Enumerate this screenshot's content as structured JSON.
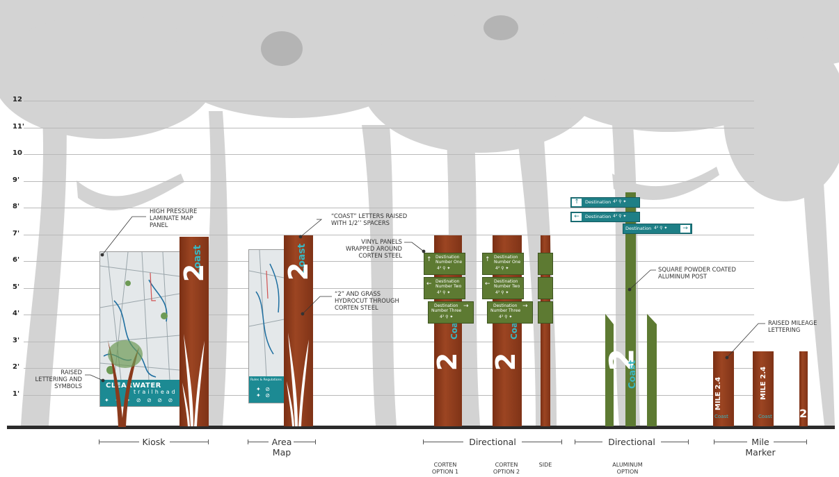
{
  "scale_labels": [
    "12",
    "11'",
    "10",
    "9'",
    "8'",
    "7'",
    "6'",
    "5'",
    "4'",
    "3'",
    "2'",
    "1'"
  ],
  "callouts": {
    "map_panel": [
      "HIGH PRESSURE",
      "LAMINATE MAP",
      "PANEL"
    ],
    "coast_letters": [
      "“COAST” LETTERS RAISED",
      "WITH 1/2’’ SPACERS"
    ],
    "vinyl_panels": [
      "VINYL PANELS",
      "WRAPPED AROUND",
      "CORTEN STEEL"
    ],
    "two_grass": [
      "“2” AND GRASS",
      "HYDROCUT THROUGH",
      "CORTEN STEEL"
    ],
    "square_post": [
      "SQUARE POWDER COATED",
      "ALUMINUM POST"
    ],
    "raised_lettering": [
      "RAISED",
      "LETTERING AND",
      "SYMBOLS"
    ],
    "raised_mileage": [
      "RAISED MILEAGE",
      "LETTERING"
    ]
  },
  "categories": {
    "kiosk": "Kiosk",
    "area_map": [
      "Area",
      "Map"
    ],
    "directional_1": "Directional",
    "directional_2": "Directional",
    "mile_marker": [
      "Mile",
      "Marker"
    ]
  },
  "subcaptions": {
    "corten1": [
      "CORTEN",
      "OPTION 1"
    ],
    "corten2": [
      "CORTEN",
      "OPTION 2"
    ],
    "side": "SIDE",
    "aluminum": [
      "ALUMINUM",
      "OPTION"
    ]
  },
  "sign_text": {
    "clearwater": "CLEARWATER",
    "trailhead": "trailhead",
    "rules": "Rules & Regulations",
    "coast": "Coast",
    "two": "2",
    "dest1": [
      "Destination",
      "Number One"
    ],
    "dest2": [
      "Destination",
      "Number Two"
    ],
    "dest3": [
      "Destination",
      "Number Three"
    ],
    "destination": "Destination",
    "mile": "MILE 2.4"
  },
  "colors": {
    "rust": "#8a3a1c",
    "green": "#5d7a32",
    "teal": "#1e7f86",
    "tree": "#c8c8c8"
  }
}
